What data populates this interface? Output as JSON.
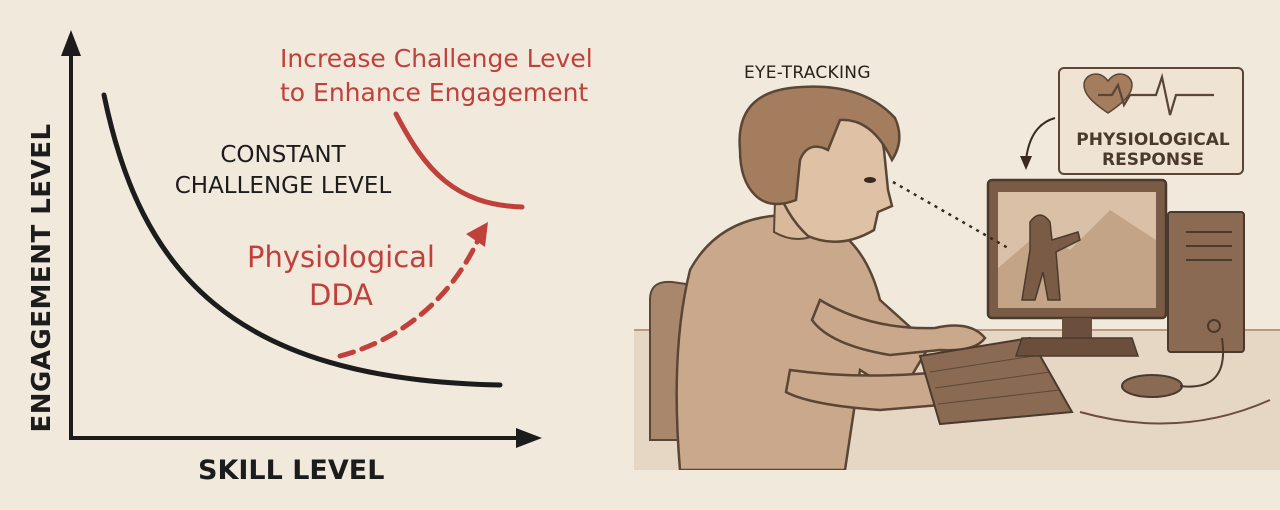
{
  "chart": {
    "y_axis_label": "ENGAGEMENT LEVEL",
    "x_axis_label": "SKILL LEVEL",
    "constant_curve_label": "CONSTANT CHALLENGE LEVEL",
    "increase_label": "Increase Challenge Level to Enhance Engagement",
    "dda_label": "Physiological DDA"
  },
  "illustration": {
    "eye_tracking_label": "EYE-TRACKING",
    "physiological_label": "PHYSIOLOGICAL RESPONSE",
    "icons": [
      "heart-icon",
      "ecg-line-icon"
    ]
  },
  "colors": {
    "background": "#f2e9dd",
    "accent_red": "#c0413b",
    "ink": "#1c1c1c",
    "sepia": "#8a6a52"
  }
}
